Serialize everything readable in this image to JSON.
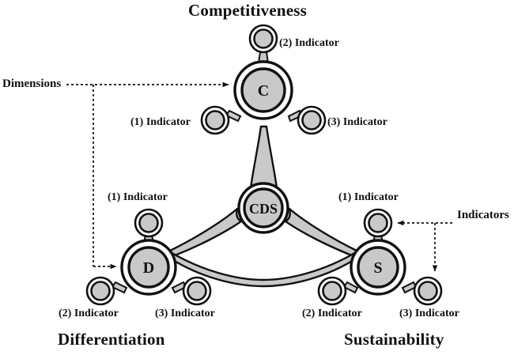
{
  "diagram": {
    "title_top": "Competitiveness",
    "title_bottom_left": "Differentiation",
    "title_bottom_right": "Sustainability",
    "center_node_label": "CDS",
    "colors": {
      "fill_gray": "#c9c9c9",
      "outline_black": "#111111",
      "ring_white": "#ffffff",
      "background": "#ffffff"
    },
    "nodes": {
      "competitiveness": {
        "letter": "C",
        "indicators": [
          {
            "label": "(2) Indicator"
          },
          {
            "label": "(1) Indicator"
          },
          {
            "label": "(3) Indicator"
          }
        ]
      },
      "differentiation": {
        "letter": "D",
        "indicators": [
          {
            "label": "(1) Indicator"
          },
          {
            "label": "(2) Indicator"
          },
          {
            "label": "(3) Indicator"
          }
        ]
      },
      "sustainability": {
        "letter": "S",
        "indicators": [
          {
            "label": "(1) Indicator"
          },
          {
            "label": "(2) Indicator"
          },
          {
            "label": "(3) Indicator"
          }
        ]
      }
    },
    "annotations": {
      "dimensions_label": "Dimensions",
      "indicators_label": "Indicators"
    }
  }
}
